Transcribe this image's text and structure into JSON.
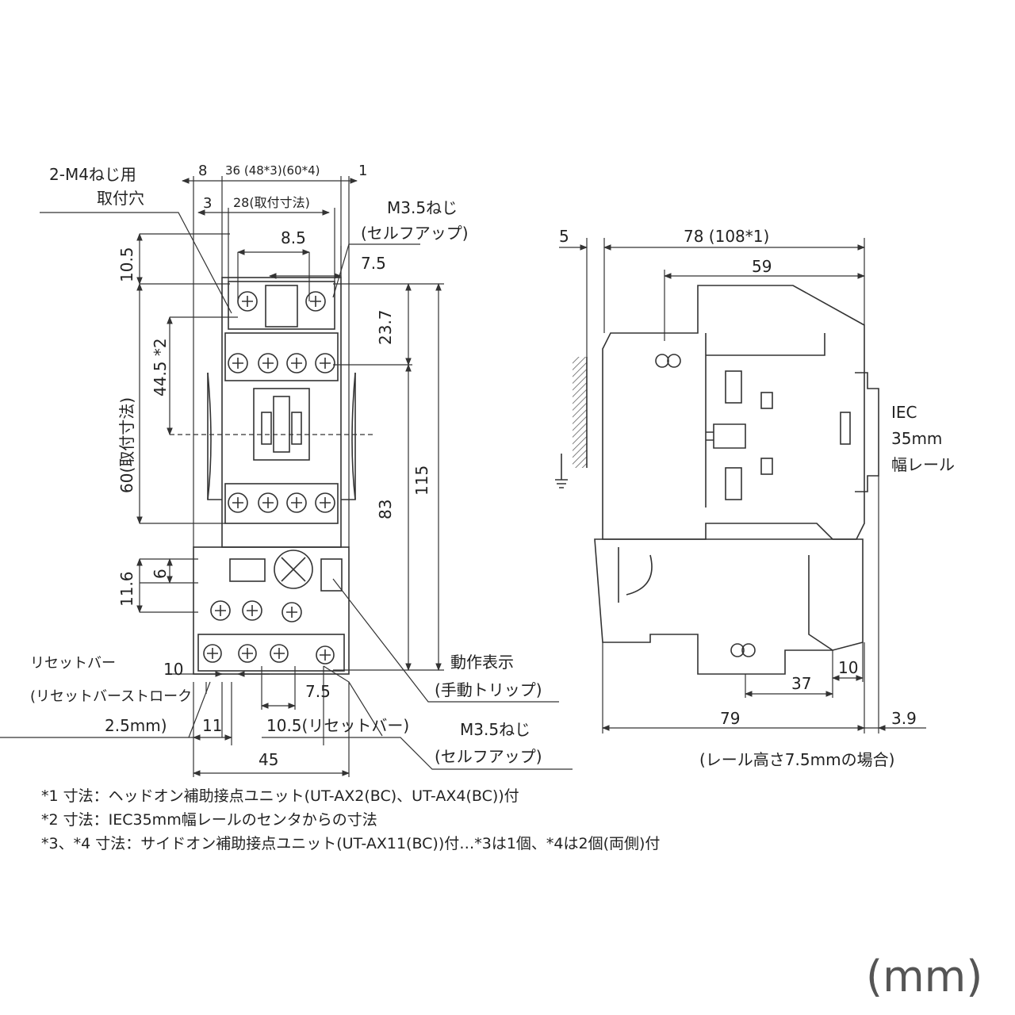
{
  "front_view": {
    "mount_hole": "2-M4ねじ用",
    "mount_hole2": "取付穴",
    "top_dims": {
      "d8": "8",
      "d36": "36 (48*3)(60*4)",
      "d1": "1",
      "d3": "3",
      "d28": "28(取付寸法)",
      "d8_5": "8.5",
      "d7_5": "7.5"
    },
    "screw_top": "M3.5ねじ",
    "screw_top_sub": "(セルフアップ)",
    "left_dims": {
      "d10_5": "10.5",
      "d44_5": "44.5 *2",
      "d60": "60(取付寸法)",
      "d6": "6",
      "d11_6": "11.6"
    },
    "right_dims": {
      "d23_7": "23.7",
      "d83": "83",
      "d115": "115"
    },
    "reset_bar": "リセットバー",
    "reset_stroke": "(リセットバーストローク",
    "reset_stroke2": "2.5mm)",
    "bottom_dims": {
      "d10": "10",
      "d11": "11",
      "d7_5": "7.5",
      "d10_5": "10.5(リセットバー)",
      "d45": "45"
    },
    "trip_label": "動作表示",
    "trip_sub": "(手動トリップ)",
    "screw_bottom": "M3.5ねじ",
    "screw_bottom_sub": "(セルフアップ)"
  },
  "side_view": {
    "d5": "5",
    "d78": "78 (108*1)",
    "d59": "59",
    "rail1": "IEC",
    "rail2": "35mm",
    "rail3": "幅レール",
    "d10": "10",
    "d37": "37",
    "d79": "79",
    "d3_9": "3.9",
    "rail_note": "(レール高さ7.5mmの場合)"
  },
  "footnotes": [
    "*1 寸法：ヘッドオン補助接点ユニット(UT-AX2(BC)、UT-AX4(BC))付",
    "*2 寸法：IEC35mm幅レールのセンタからの寸法",
    "*3、*4 寸法：サイドオン補助接点ユニット(UT-AX11(BC))付…*3は1個、*4は2個(両側)付"
  ],
  "unit": "(mm)",
  "colors": {
    "line": "#333333",
    "fill": "#ffffff"
  }
}
